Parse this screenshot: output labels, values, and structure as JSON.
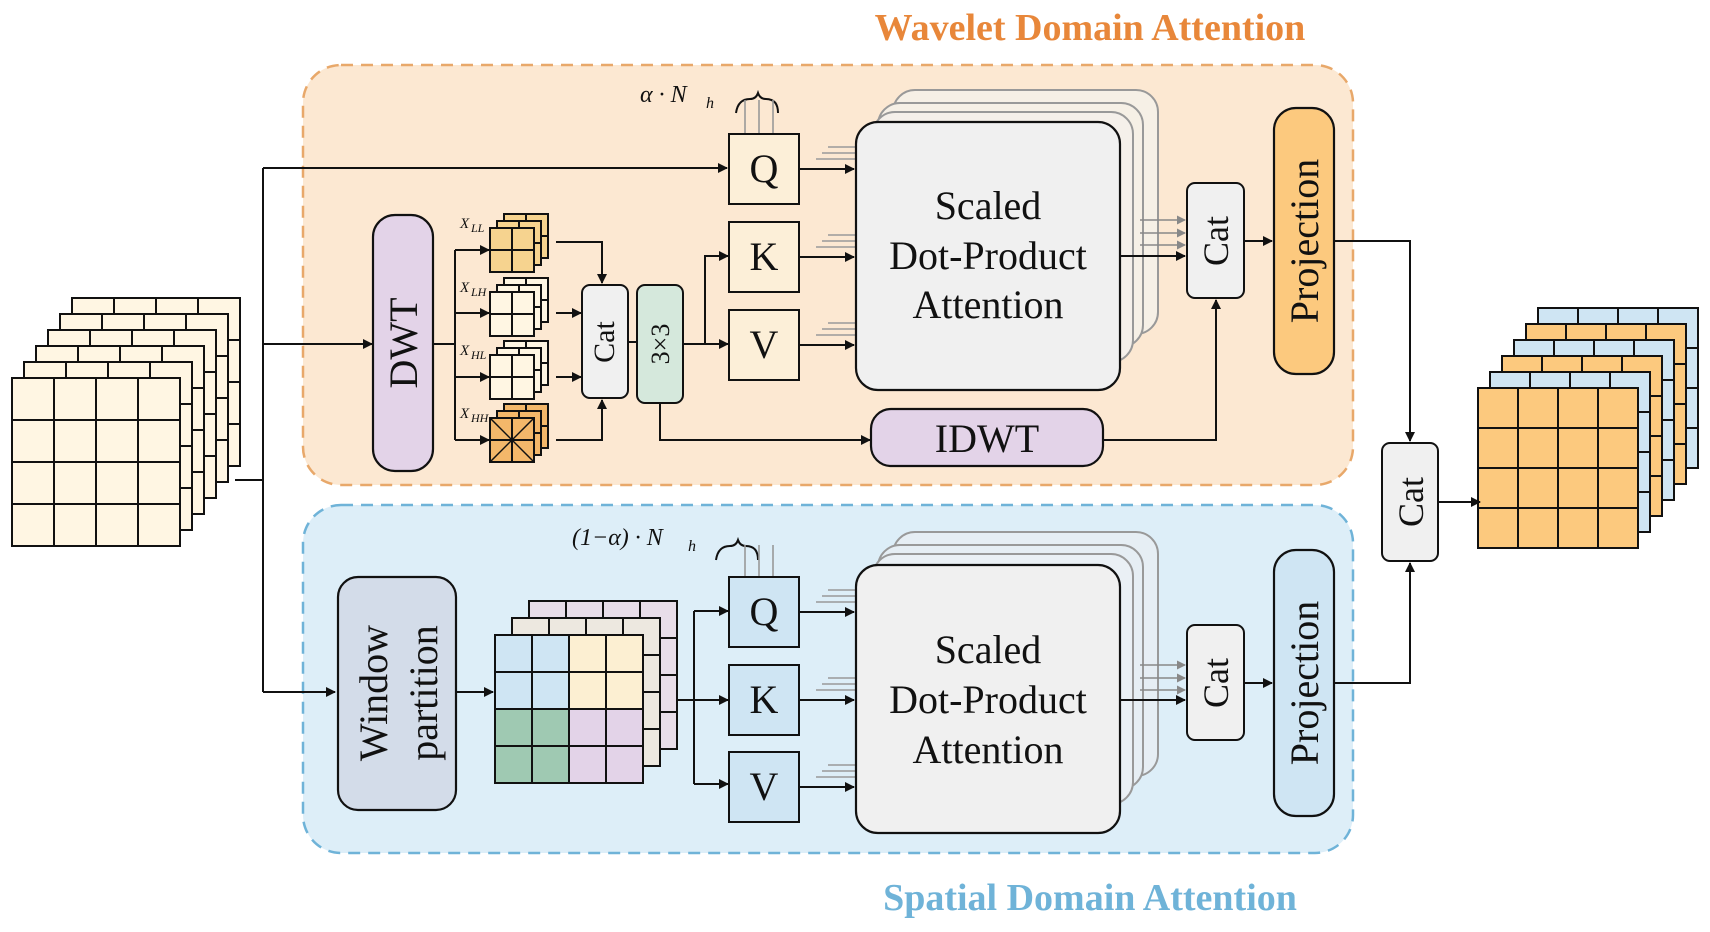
{
  "colors": {
    "wavelet_accent": "#E8873A",
    "spatial_accent": "#6FB3D8",
    "wavelet_bg": "#FCE8D2",
    "spatial_bg": "#DDEEF8",
    "dwt_fill": "#E3D3E8",
    "conv_fill": "#D5E8DC",
    "projection_orange": "#FCC97E",
    "projection_blue": "#CFE5F3",
    "window_fill": "#D3DCE9",
    "attention_fill": "#F0F0F0"
  },
  "wavelet_branch": {
    "title": "Wavelet Domain Attention",
    "heads_prefix": "α · N",
    "heads_sub": "h",
    "dwt": "DWT",
    "subbands": [
      "X",
      "X",
      "X",
      "X"
    ],
    "subband_subs": [
      "LL",
      "LH",
      "HL",
      "HH"
    ],
    "cat_left": "Cat",
    "conv": "3×3",
    "q": "Q",
    "k": "K",
    "v": "V",
    "attention_lines": [
      "Scaled",
      "Dot-Product",
      "Attention"
    ],
    "cat_right": "Cat",
    "idwt": "IDWT",
    "projection": "Projection"
  },
  "spatial_branch": {
    "title": "Spatial Domain Attention",
    "heads_prefix": "(1−α) · N",
    "heads_sub": "h",
    "window_lines": [
      "Window",
      "partition"
    ],
    "q": "Q",
    "k": "K",
    "v": "V",
    "attention_lines": [
      "Scaled",
      "Dot-Product",
      "Attention"
    ],
    "cat_right": "Cat",
    "projection": "Projection"
  },
  "merge": {
    "cat": "Cat"
  }
}
